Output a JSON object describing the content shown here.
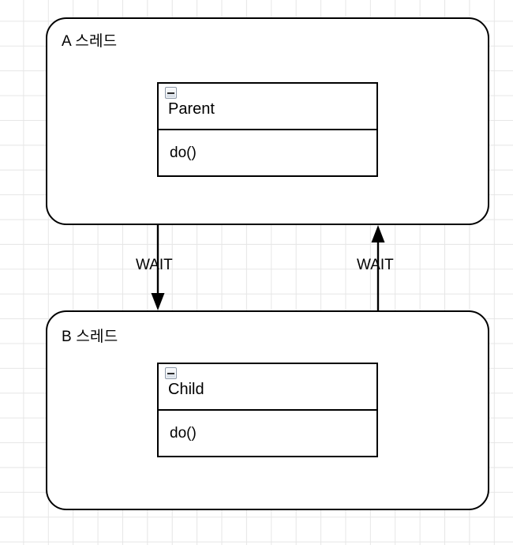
{
  "diagram": {
    "type": "uml-thread-sequence",
    "background": "grid",
    "grid_color": "#e6e6e6",
    "stroke_color": "#000000",
    "lanes": [
      {
        "id": "lane-a",
        "label": "A 스레드",
        "klass": {
          "name": "Parent",
          "operations": [
            "do()"
          ],
          "collapse_icon": "minus-icon"
        }
      },
      {
        "id": "lane-b",
        "label": "B 스레드",
        "klass": {
          "name": "Child",
          "operations": [
            "do()"
          ],
          "collapse_icon": "minus-icon"
        }
      }
    ],
    "connectors": [
      {
        "id": "edge-a-to-b",
        "label": "WAIT",
        "direction": "down",
        "from": "lane-a",
        "to": "lane-b",
        "arrow": "arrow-down-icon"
      },
      {
        "id": "edge-b-to-a",
        "label": "WAIT",
        "direction": "up",
        "from": "lane-b",
        "to": "lane-a",
        "arrow": "arrow-up-icon"
      }
    ]
  }
}
